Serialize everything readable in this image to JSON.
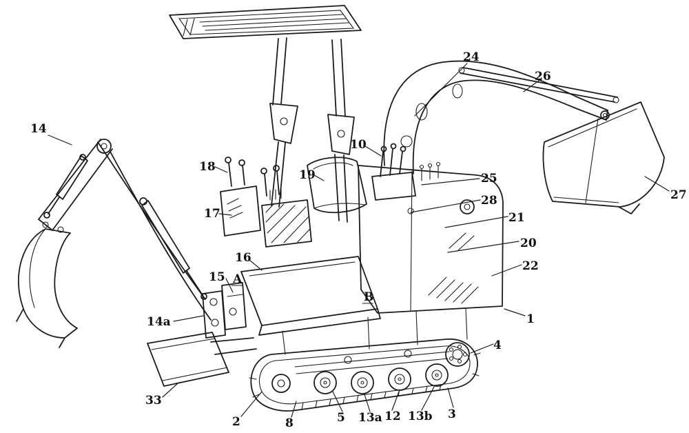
{
  "drawing": {
    "background": "#ffffff",
    "line_color": "#1c1c1c",
    "label_color": "#111111"
  },
  "labels": {
    "n14": "14",
    "n18": "18",
    "n17": "17",
    "n19": "19",
    "n10": "10",
    "n16": "16",
    "n15": "15",
    "nA": "A",
    "nB": "B",
    "n14a": "14a",
    "n33": "33",
    "n2": "2",
    "n8": "8",
    "n5": "5",
    "n13a": "13a",
    "n12": "12",
    "n13b": "13b",
    "n3": "3",
    "n4": "4",
    "n1": "1",
    "n22": "22",
    "n20": "20",
    "n21": "21",
    "n28": "28",
    "n25": "25",
    "n24": "24",
    "n26": "26",
    "n27": "27"
  }
}
